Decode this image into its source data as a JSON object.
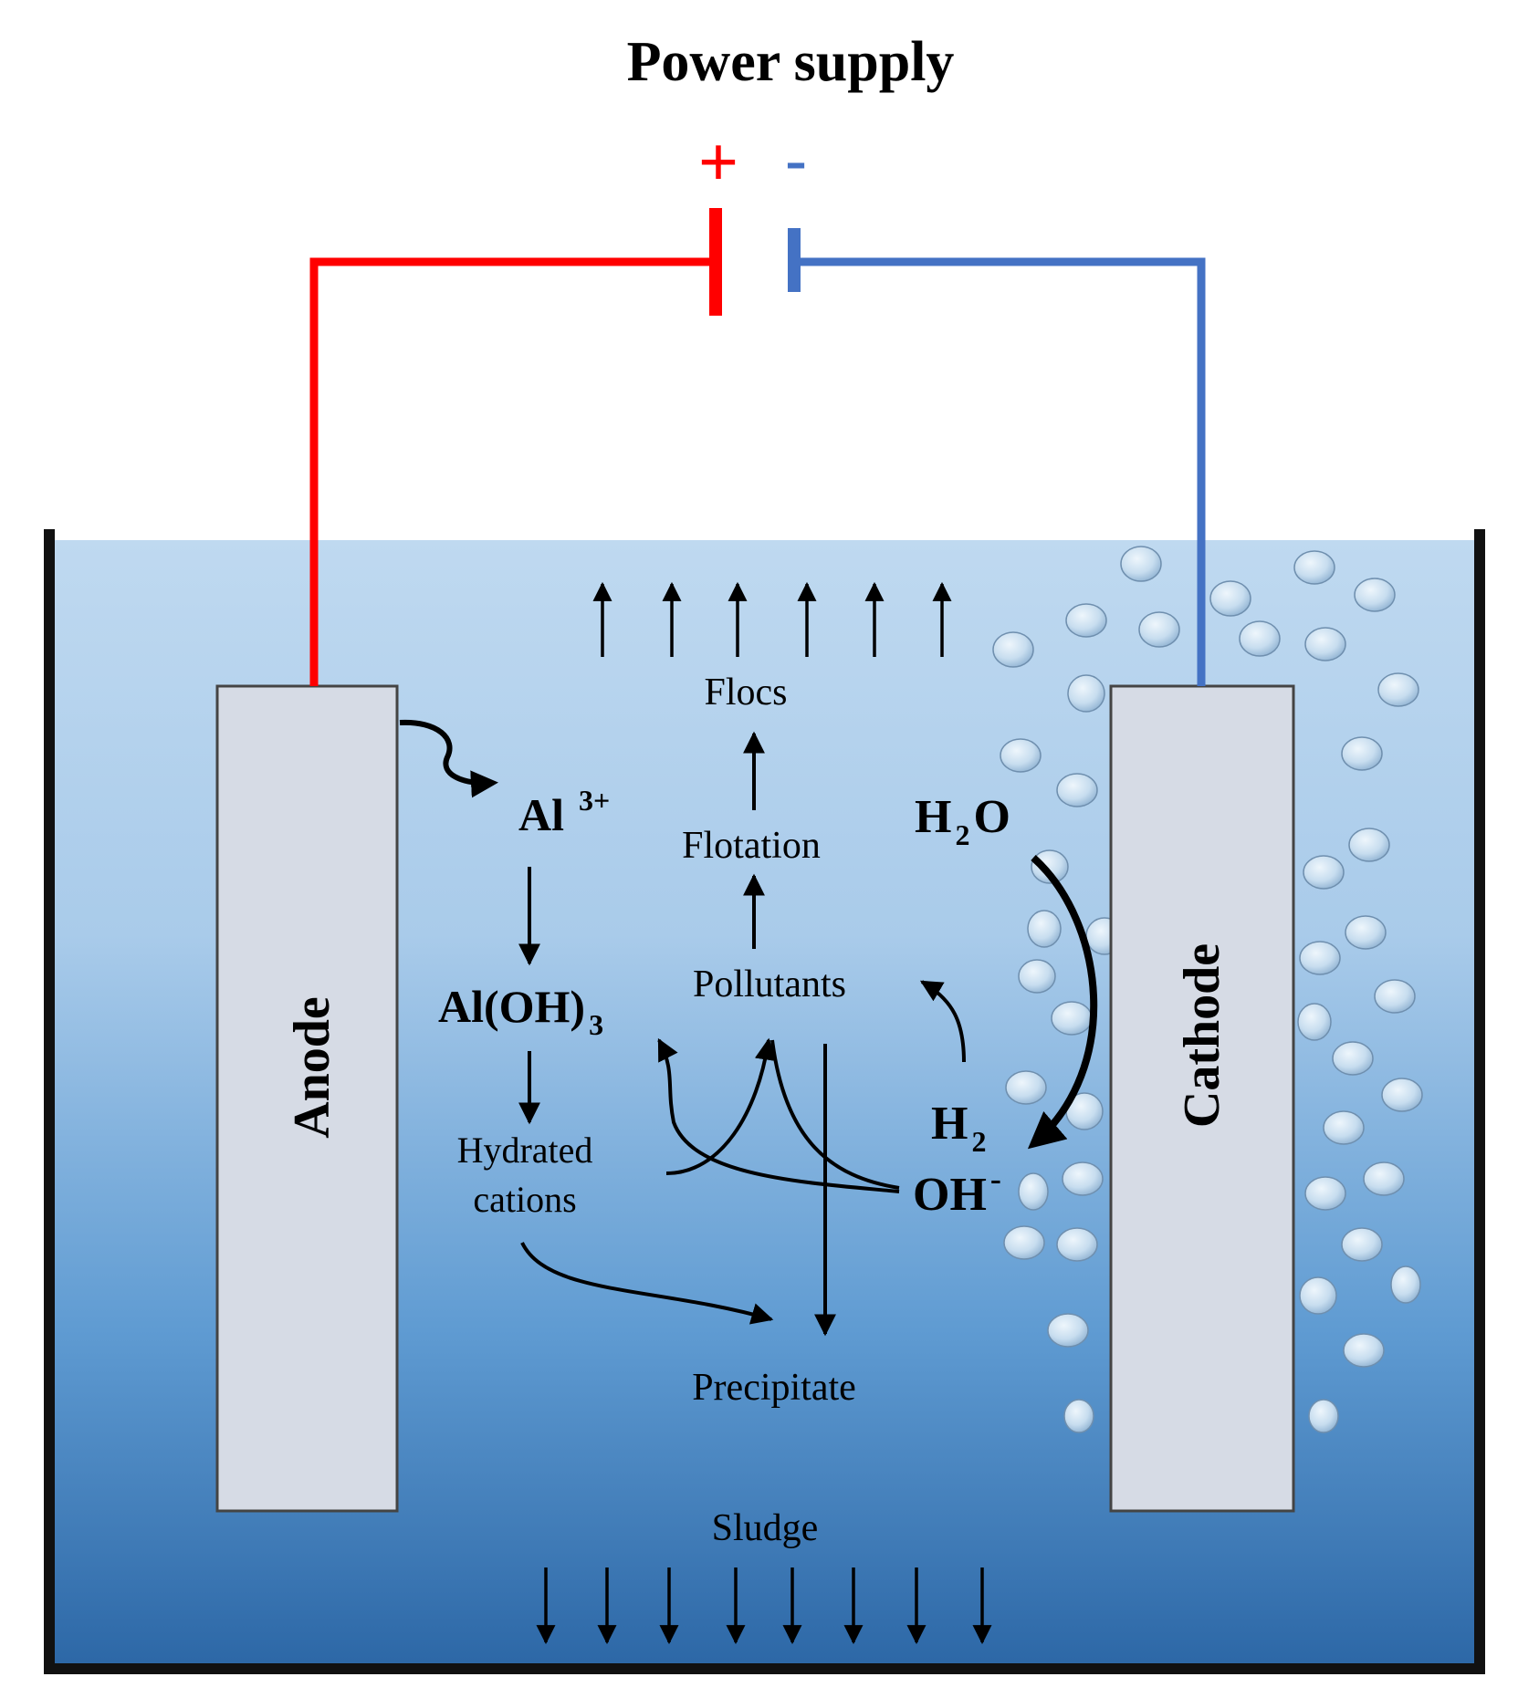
{
  "title": "Power supply",
  "terminals": {
    "positive": "+",
    "negative": "-"
  },
  "electrodes": {
    "anode": "Anode",
    "cathode": "Cathode"
  },
  "species": {
    "al_ion": "Al",
    "al_ion_charge": "3+",
    "al_hydroxide": "Al(OH)",
    "al_hydroxide_sub": "3",
    "hydrated_line1": "Hydrated",
    "hydrated_line2": "cations",
    "water": "H",
    "water_sub": "2",
    "water_o": "O",
    "hydrogen": "H",
    "hydrogen_sub": "2",
    "hydroxide": "OH",
    "hydroxide_charge": "-"
  },
  "processes": {
    "flocs": "Flocs",
    "flotation": "Flotation",
    "pollutants": "Pollutants",
    "precipitate": "Precipitate",
    "sludge": "Sludge"
  },
  "colors": {
    "positive": "#ff0000",
    "negative": "#4472c4",
    "electrode": "#d6dbe5",
    "water_top": "#bcd7ef",
    "water_bottom": "#2f6aa8"
  }
}
